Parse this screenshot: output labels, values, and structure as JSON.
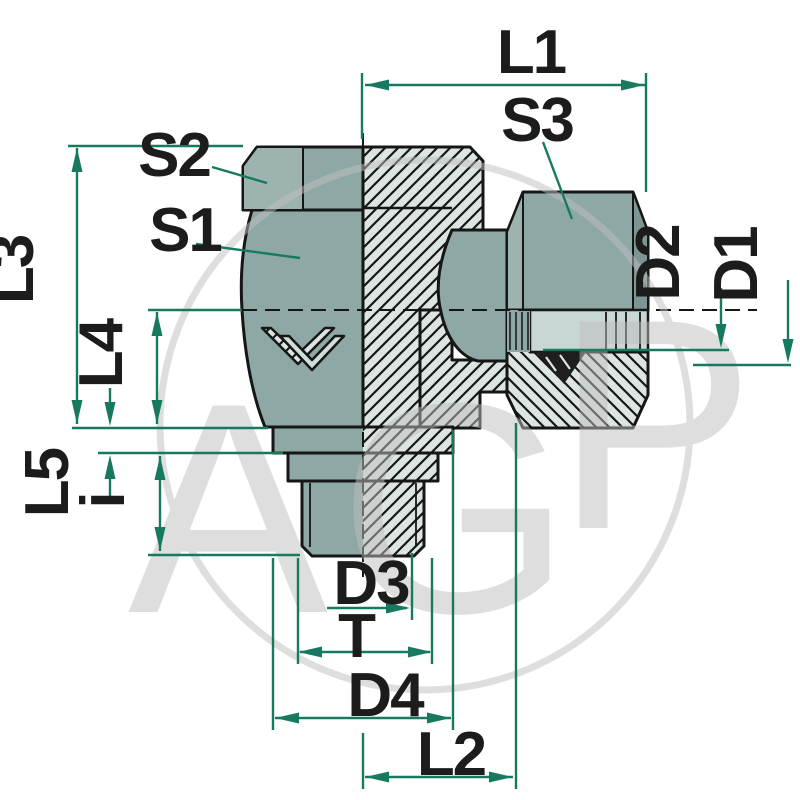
{
  "drawing": {
    "kind": "technical-dimension-diagram",
    "subject": "banjo elbow fitting cross-section",
    "labels": {
      "L1": "L1",
      "L2": "L2",
      "L3": "L3",
      "L4": "L4",
      "L5": "L5",
      "S1": "S1",
      "S2": "S2",
      "S3": "S3",
      "D1": "D1",
      "D2": "D2",
      "D3": "D3",
      "D4": "D4",
      "T": "T",
      "i": "i"
    },
    "colors": {
      "dimension_green": "#17795F",
      "body_teal": "#8EA8A5",
      "facet_light_teal": "#9DB3B0",
      "facet_dark_teal": "#7E9693",
      "section_fill": "#DDE5E3",
      "tube_fill": "#C8D7D4",
      "logo_light": "#CFDEDA",
      "line_black": "#161616",
      "watermark_gray": "#BFBFBF",
      "background": "#FFFFFF"
    },
    "watermark": {
      "letters": [
        "A",
        "G",
        "P"
      ]
    }
  }
}
